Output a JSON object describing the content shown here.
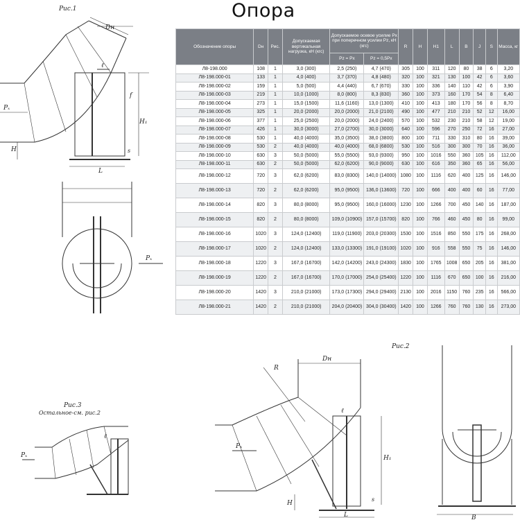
{
  "title": "Опора",
  "headers": {
    "designation": "Обозначение опоры",
    "dn": "Dн",
    "fig": "Рис.",
    "vertical_load": "Допускаемая вертикальная нагрузка, кН (кгс)",
    "axial": "Допускаемое осевое усилие Px при поперечном усилии Pz, кН (кгс)",
    "pz_eq": "Pz = Px",
    "pz_half": "Pz = 0,5Px",
    "r": "R",
    "h": "H",
    "h1": "H1",
    "l": "L",
    "b": "B",
    "j": "J",
    "s": "S",
    "mass": "Масса, кг"
  },
  "rows": [
    {
      "name": "Л8-198.000",
      "dn": "108",
      "fig": "1",
      "vload": "3,0 (300)",
      "pz1": "2,5 (250)",
      "pz2": "4,7 (470)",
      "r": "305",
      "h": "100",
      "h1": "311",
      "l": "120",
      "b": "80",
      "j": "38",
      "s": "6",
      "mass": "3,20"
    },
    {
      "name": "Л8-198.000-01",
      "dn": "133",
      "fig": "1",
      "vload": "4,0 (400)",
      "pz1": "3,7 (370)",
      "pz2": "4,8 (480)",
      "r": "320",
      "h": "100",
      "h1": "321",
      "l": "130",
      "b": "100",
      "j": "42",
      "s": "6",
      "mass": "3,60"
    },
    {
      "name": "Л8-198.000-02",
      "dn": "159",
      "fig": "1",
      "vload": "5,0 (500)",
      "pz1": "4,4 (440)",
      "pz2": "6,7 (670)",
      "r": "330",
      "h": "100",
      "h1": "336",
      "l": "140",
      "b": "110",
      "j": "42",
      "s": "6",
      "mass": "3,90"
    },
    {
      "name": "Л8-198.000-03",
      "dn": "219",
      "fig": "1",
      "vload": "10,0 (1000)",
      "pz1": "8,0 (800)",
      "pz2": "8,3 (830)",
      "r": "360",
      "h": "100",
      "h1": "373",
      "l": "160",
      "b": "170",
      "j": "54",
      "s": "8",
      "mass": "6,40"
    },
    {
      "name": "Л8-198.000-04",
      "dn": "273",
      "fig": "1",
      "vload": "15,0 (1500)",
      "pz1": "11,6 (1160)",
      "pz2": "13,0 (1300)",
      "r": "410",
      "h": "100",
      "h1": "413",
      "l": "180",
      "b": "170",
      "j": "56",
      "s": "8",
      "mass": "8,70"
    },
    {
      "name": "Л8-198.000-05",
      "dn": "325",
      "fig": "1",
      "vload": "20,0 (2000)",
      "pz1": "20,0 (2000)",
      "pz2": "21,0 (2100)",
      "r": "490",
      "h": "100",
      "h1": "477",
      "l": "210",
      "b": "210",
      "j": "52",
      "s": "12",
      "mass": "16,00"
    },
    {
      "name": "Л8-198.000-06",
      "dn": "377",
      "fig": "1",
      "vload": "25,0 (2500)",
      "pz1": "20,0 (2000)",
      "pz2": "24,0 (2400)",
      "r": "570",
      "h": "100",
      "h1": "532",
      "l": "230",
      "b": "210",
      "j": "58",
      "s": "12",
      "mass": "19,00"
    },
    {
      "name": "Л8-198.000-07",
      "dn": "426",
      "fig": "1",
      "vload": "30,0 (3000)",
      "pz1": "27,0 (2700)",
      "pz2": "30,0 (3000)",
      "r": "640",
      "h": "100",
      "h1": "596",
      "l": "270",
      "b": "250",
      "j": "72",
      "s": "16",
      "mass": "27,00"
    },
    {
      "name": "Л8-198.000-08",
      "dn": "530",
      "fig": "1",
      "vload": "40,0 (4000)",
      "pz1": "35,0 (3500)",
      "pz2": "38,0 (3800)",
      "r": "800",
      "h": "100",
      "h1": "711",
      "l": "330",
      "b": "310",
      "j": "80",
      "s": "16",
      "mass": "39,00"
    },
    {
      "name": "Л8-198.000-09",
      "dn": "530",
      "fig": "2",
      "vload": "40,0 (4000)",
      "pz1": "40,0 (4000)",
      "pz2": "68,0 (6800)",
      "r": "530",
      "h": "100",
      "h1": "516",
      "l": "300",
      "b": "300",
      "j": "70",
      "s": "16",
      "mass": "36,00"
    },
    {
      "name": "Л8-198.000-10",
      "dn": "630",
      "fig": "3",
      "vload": "50,0 (5000)",
      "pz1": "55,0 (5500)",
      "pz2": "93,0 (9300)",
      "r": "950",
      "h": "100",
      "h1": "1016",
      "l": "550",
      "b": "360",
      "j": "105",
      "s": "16",
      "mass": "112,00"
    },
    {
      "name": "Л8-198.000-11",
      "dn": "630",
      "fig": "2",
      "vload": "50,0 (5000)",
      "pz1": "62,0 (6200)",
      "pz2": "90,0 (9000)",
      "r": "630",
      "h": "100",
      "h1": "616",
      "l": "350",
      "b": "360",
      "j": "65",
      "s": "16",
      "mass": "56,00"
    },
    {
      "name": "Л8-198.000-12",
      "dn": "720",
      "fig": "3",
      "vload": "62,0 (6200)",
      "pz1": "83,0 (8300)",
      "pz2": "140,0 (14000)",
      "r": "1080",
      "h": "100",
      "h1": "1116",
      "l": "620",
      "b": "400",
      "j": "125",
      "s": "16",
      "mass": "146,00"
    },
    {
      "name": "Л8-198.000-13",
      "dn": "720",
      "fig": "2",
      "vload": "62,0 (6200)",
      "pz1": "95,0 (9500)",
      "pz2": "136,0 (13600)",
      "r": "720",
      "h": "100",
      "h1": "666",
      "l": "400",
      "b": "400",
      "j": "60",
      "s": "16",
      "mass": "77,00"
    },
    {
      "name": "Л8-198.000-14",
      "dn": "820",
      "fig": "3",
      "vload": "80,0 (8000)",
      "pz1": "95,0 (9500)",
      "pz2": "160,0 (16000)",
      "r": "1230",
      "h": "100",
      "h1": "1266",
      "l": "700",
      "b": "450",
      "j": "140",
      "s": "16",
      "mass": "187,00"
    },
    {
      "name": "Л8-198.000-15",
      "dn": "820",
      "fig": "2",
      "vload": "80,0 (8000)",
      "pz1": "109,0 (10900)",
      "pz2": "157,0 (15700)",
      "r": "820",
      "h": "100",
      "h1": "766",
      "l": "460",
      "b": "450",
      "j": "80",
      "s": "16",
      "mass": "99,00"
    },
    {
      "name": "Л8-198.000-16",
      "dn": "1020",
      "fig": "3",
      "vload": "124,0 (12400)",
      "pz1": "119,0 (11900)",
      "pz2": "203,0 (20300)",
      "r": "1530",
      "h": "100",
      "h1": "1516",
      "l": "850",
      "b": "550",
      "j": "175",
      "s": "16",
      "mass": "268,00"
    },
    {
      "name": "Л8-198.000-17",
      "dn": "1020",
      "fig": "2",
      "vload": "124,0 (12400)",
      "pz1": "133,0 (13300)",
      "pz2": "191,0 (19100)",
      "r": "1020",
      "h": "100",
      "h1": "916",
      "l": "558",
      "b": "550",
      "j": "75",
      "s": "16",
      "mass": "146,00"
    },
    {
      "name": "Л8-198.000-18",
      "dn": "1220",
      "fig": "3",
      "vload": "167,0 (16700)",
      "pz1": "142,0 (14200)",
      "pz2": "243,0 (24300)",
      "r": "1830",
      "h": "100",
      "h1": "1765",
      "l": "1008",
      "b": "650",
      "j": "205",
      "s": "16",
      "mass": "381,00"
    },
    {
      "name": "Л8-198.000-19",
      "dn": "1220",
      "fig": "2",
      "vload": "167,0 (16700)",
      "pz1": "170,0 (17000)",
      "pz2": "254,0 (25400)",
      "r": "1220",
      "h": "100",
      "h1": "1116",
      "l": "670",
      "b": "650",
      "j": "100",
      "s": "16",
      "mass": "216,00"
    },
    {
      "name": "Л8-198.000-20",
      "dn": "1420",
      "fig": "3",
      "vload": "210,0 (21000)",
      "pz1": "173,0 (17300)",
      "pz2": "294,0 (29400)",
      "r": "2130",
      "h": "100",
      "h1": "2016",
      "l": "1150",
      "b": "760",
      "j": "235",
      "s": "16",
      "mass": "566,00"
    },
    {
      "name": "Л8-198.000-21",
      "dn": "1420",
      "fig": "2",
      "vload": "210,0 (21000)",
      "pz1": "204,0 (20400)",
      "pz2": "304,0 (30400)",
      "r": "1420",
      "h": "100",
      "h1": "1266",
      "l": "760",
      "b": "760",
      "j": "130",
      "s": "16",
      "mass": "273,00"
    }
  ],
  "drawings": {
    "fig1": {
      "caption": "Рис.1",
      "dn": "Dн",
      "l_small": "ℓ",
      "f": "f",
      "h1": "H₁",
      "h": "H",
      "px": "Pₓ",
      "l": "L",
      "s": "s"
    },
    "fig2": {
      "caption": "Рис.2",
      "dn": "Dн",
      "r": "R",
      "l_small": "ℓ",
      "h1": "H₁",
      "h": "H",
      "px": "Pₓ",
      "l": "L",
      "s": "s",
      "b": "B"
    },
    "fig3": {
      "caption": "Рис.3",
      "note": "Остальное-см. рис.2",
      "px": "Pₓ",
      "l_small": "ℓ"
    },
    "side": {
      "px": "Pₓ"
    }
  }
}
